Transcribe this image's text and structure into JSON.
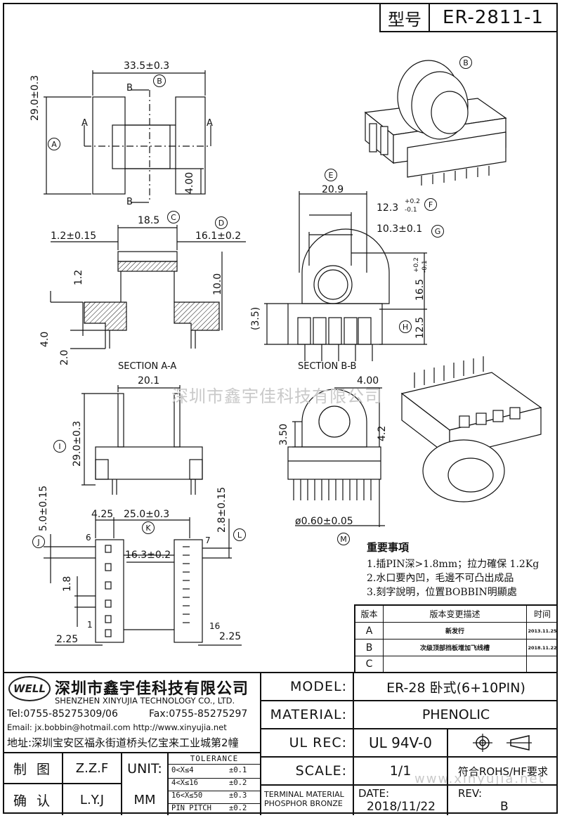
{
  "header": {
    "model_label": "型号",
    "model_value": "ER-2811-1"
  },
  "drawing": {
    "top_width": "33.5±0.3",
    "height_a": "29.0±0.3",
    "dim_4": "4.00",
    "lbl_a": "A",
    "lbl_b": "B",
    "tag_a": "A",
    "tag_b": "B",
    "tag_c": "C",
    "tag_d": "D",
    "tag_e": "E",
    "tag_f": "F",
    "tag_g": "G",
    "tag_h": "H",
    "tag_i": "I",
    "tag_j": "J",
    "tag_k": "K",
    "tag_l": "L",
    "tag_m": "M",
    "dim_18_5": "18.5",
    "dim_1_2_015": "1.2±0.15",
    "dim_16_1": "16.1±0.2",
    "dim_1_2": "1.2",
    "dim_10": "10.0",
    "dim_4_0": "4.0",
    "dim_2_0": "2.0",
    "section_aa": "SECTION A-A",
    "dim_20_9": "20.9",
    "dim_12_3": "12.3",
    "tol_12_3_up": "+0.2",
    "tol_12_3_dn": "-0.1",
    "dim_10_3": "10.3±0.1",
    "dim_16_5": "16.5",
    "tol_16_5_up": "+0.2",
    "tol_16_5_dn": "-0.1",
    "dim_12_5": "12.5",
    "dim_3_5": "(3.5)",
    "section_bb": "SECTION B-B",
    "dim_20_1": "20.1",
    "height_i": "29.0±0.3",
    "dim_4_00b": "4.00",
    "dim_3_50": "3.50",
    "dim_4_2": "4.2",
    "dim_pin": "ø0.60±0.05",
    "dim_5_0": "5.0±0.15",
    "dim_4_25": "4.25",
    "dim_25_0": "25.0±0.3",
    "dim_2_8": "2.8±0.15",
    "pin_6": "6",
    "pin_7": "7",
    "pin_1": "1",
    "pin_16": "16",
    "dim_16_3": "16.3±0.2",
    "dim_1_8": "1.8",
    "dim_2_25a": "2.25",
    "dim_2_25b": "2.25",
    "watermark1": "深圳市鑫宇佳科技有限公司",
    "watermark2": "www.xinyujia.net"
  },
  "notes": {
    "title": "重要事項",
    "items": [
      "1.插PIN深>1.8mm；拉力確保 1.2Kg",
      "2.水口要內凹，毛邊不可凸出成品",
      "3.刻字說明，位置BOBBIN明顯處"
    ]
  },
  "revision": {
    "headers": [
      "版本",
      "版本变更描述",
      "时间"
    ],
    "rows": [
      {
        "ver": "A",
        "desc": "新发行",
        "date": "2013.11.25"
      },
      {
        "ver": "B",
        "desc": "次级顶部挡板增加飞线槽",
        "date": "2018.11.22"
      },
      {
        "ver": "C",
        "desc": "",
        "date": ""
      }
    ]
  },
  "company": {
    "logo": "WELL",
    "name_cn": "深圳市鑫宇佳科技有限公司",
    "name_en": "SHENZHEN XINYUJIA TECHNOLOGY CO., LTD.",
    "tel": "Tel:0755-85275309/06",
    "fax": "Fax:0755-85275297",
    "email": "Email: jx.bobbin@hotmail.com http://www.xinyujia.net",
    "address": "地址:深圳宝安区福永街道桥头亿宝来工业城第2幢"
  },
  "titleblock": {
    "model_label": "MODEL:",
    "model_value": "ER-28 卧式(6+10PIN)",
    "material_label": "MATERIAL:",
    "material_value": "PHENOLIC",
    "ulrec_label": "UL REC:",
    "ulrec_value": "UL 94V-0",
    "scale_label": "SCALE:",
    "scale_value": "1/1",
    "rohs": "符合ROHS/HF要求",
    "terminal_material": "TERMINAL MATERIAL",
    "phosphor": "PHOSPHOR BRONZE",
    "date_label": "DATE:",
    "date_value": "2018/11/22",
    "rev_label": "REV:",
    "rev_value": "B",
    "drawn_label": "制 图",
    "drawn_value": "Z.Z.F",
    "check_label": "确 认",
    "check_value": "L.Y.J",
    "unit_label": "UNIT:",
    "unit_value": "MM",
    "tol_title": "TOLERANCE",
    "tol_rows": [
      {
        "range": "0<X≤4",
        "val": "±0.1"
      },
      {
        "range": "4<X≤16",
        "val": "±0.2"
      },
      {
        "range": "16<X≤50",
        "val": "±0.3"
      },
      {
        "range": "PIN PITCH",
        "val": "±0.2"
      }
    ]
  }
}
